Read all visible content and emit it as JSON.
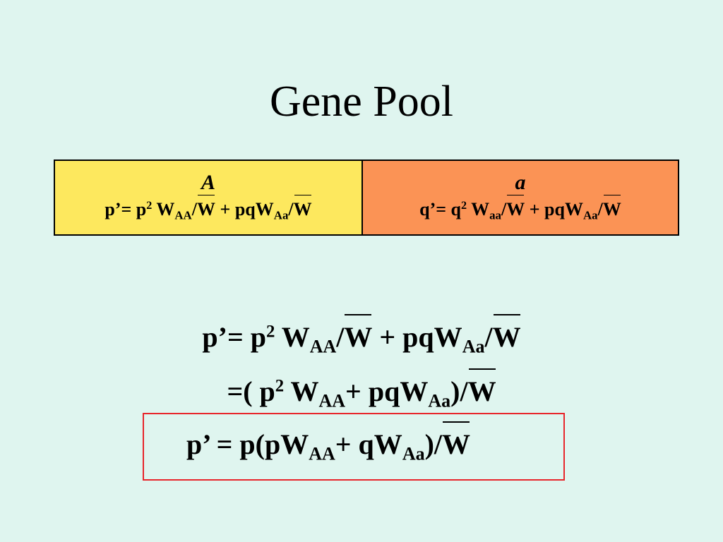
{
  "title": "Gene Pool",
  "table": {
    "col1": {
      "allele": "A",
      "formula": {
        "lhs": "p’= p",
        "exp": "2",
        "w": " W",
        "s1": "AA",
        "slash1": "/",
        "wbar1": "W",
        "mid": " + pqW",
        "s2": "Aa",
        "slash2": "/",
        "wbar2": "W"
      }
    },
    "col2": {
      "allele": "a",
      "formula": {
        "lhs": "q’= q",
        "exp": "2",
        "w": " W",
        "s1": "aa",
        "slash1": "/",
        "wbar1": "W",
        "mid": " + pqW",
        "s2": "Aa",
        "slash2": "/",
        "wbar2": "W"
      }
    }
  },
  "equations": {
    "line1": {
      "lhs": "p’= p",
      "exp": "2",
      "w": " W",
      "s1": "AA",
      "slash1": "/",
      "wbar1": "W",
      "mid": " + pqW",
      "s2": "Aa",
      "slash2": "/",
      "wbar2": "W"
    },
    "line2": {
      "lhs": "=( p",
      "exp": "2",
      "w": " W",
      "s1": "AA",
      "mid": "+ pqW",
      "s2": "Aa",
      "close": ")/",
      "wbar": "W"
    },
    "line3": {
      "lhs": "p’ = p(pW",
      "s1": "AA",
      "mid": "+ qW",
      "s2": "Aa",
      "close": ")/",
      "wbar": "W"
    }
  },
  "colors": {
    "background": "#dff5ef",
    "cell_A": "#fde85e",
    "cell_a": "#fb9355",
    "highlight_border": "#e8262b"
  }
}
